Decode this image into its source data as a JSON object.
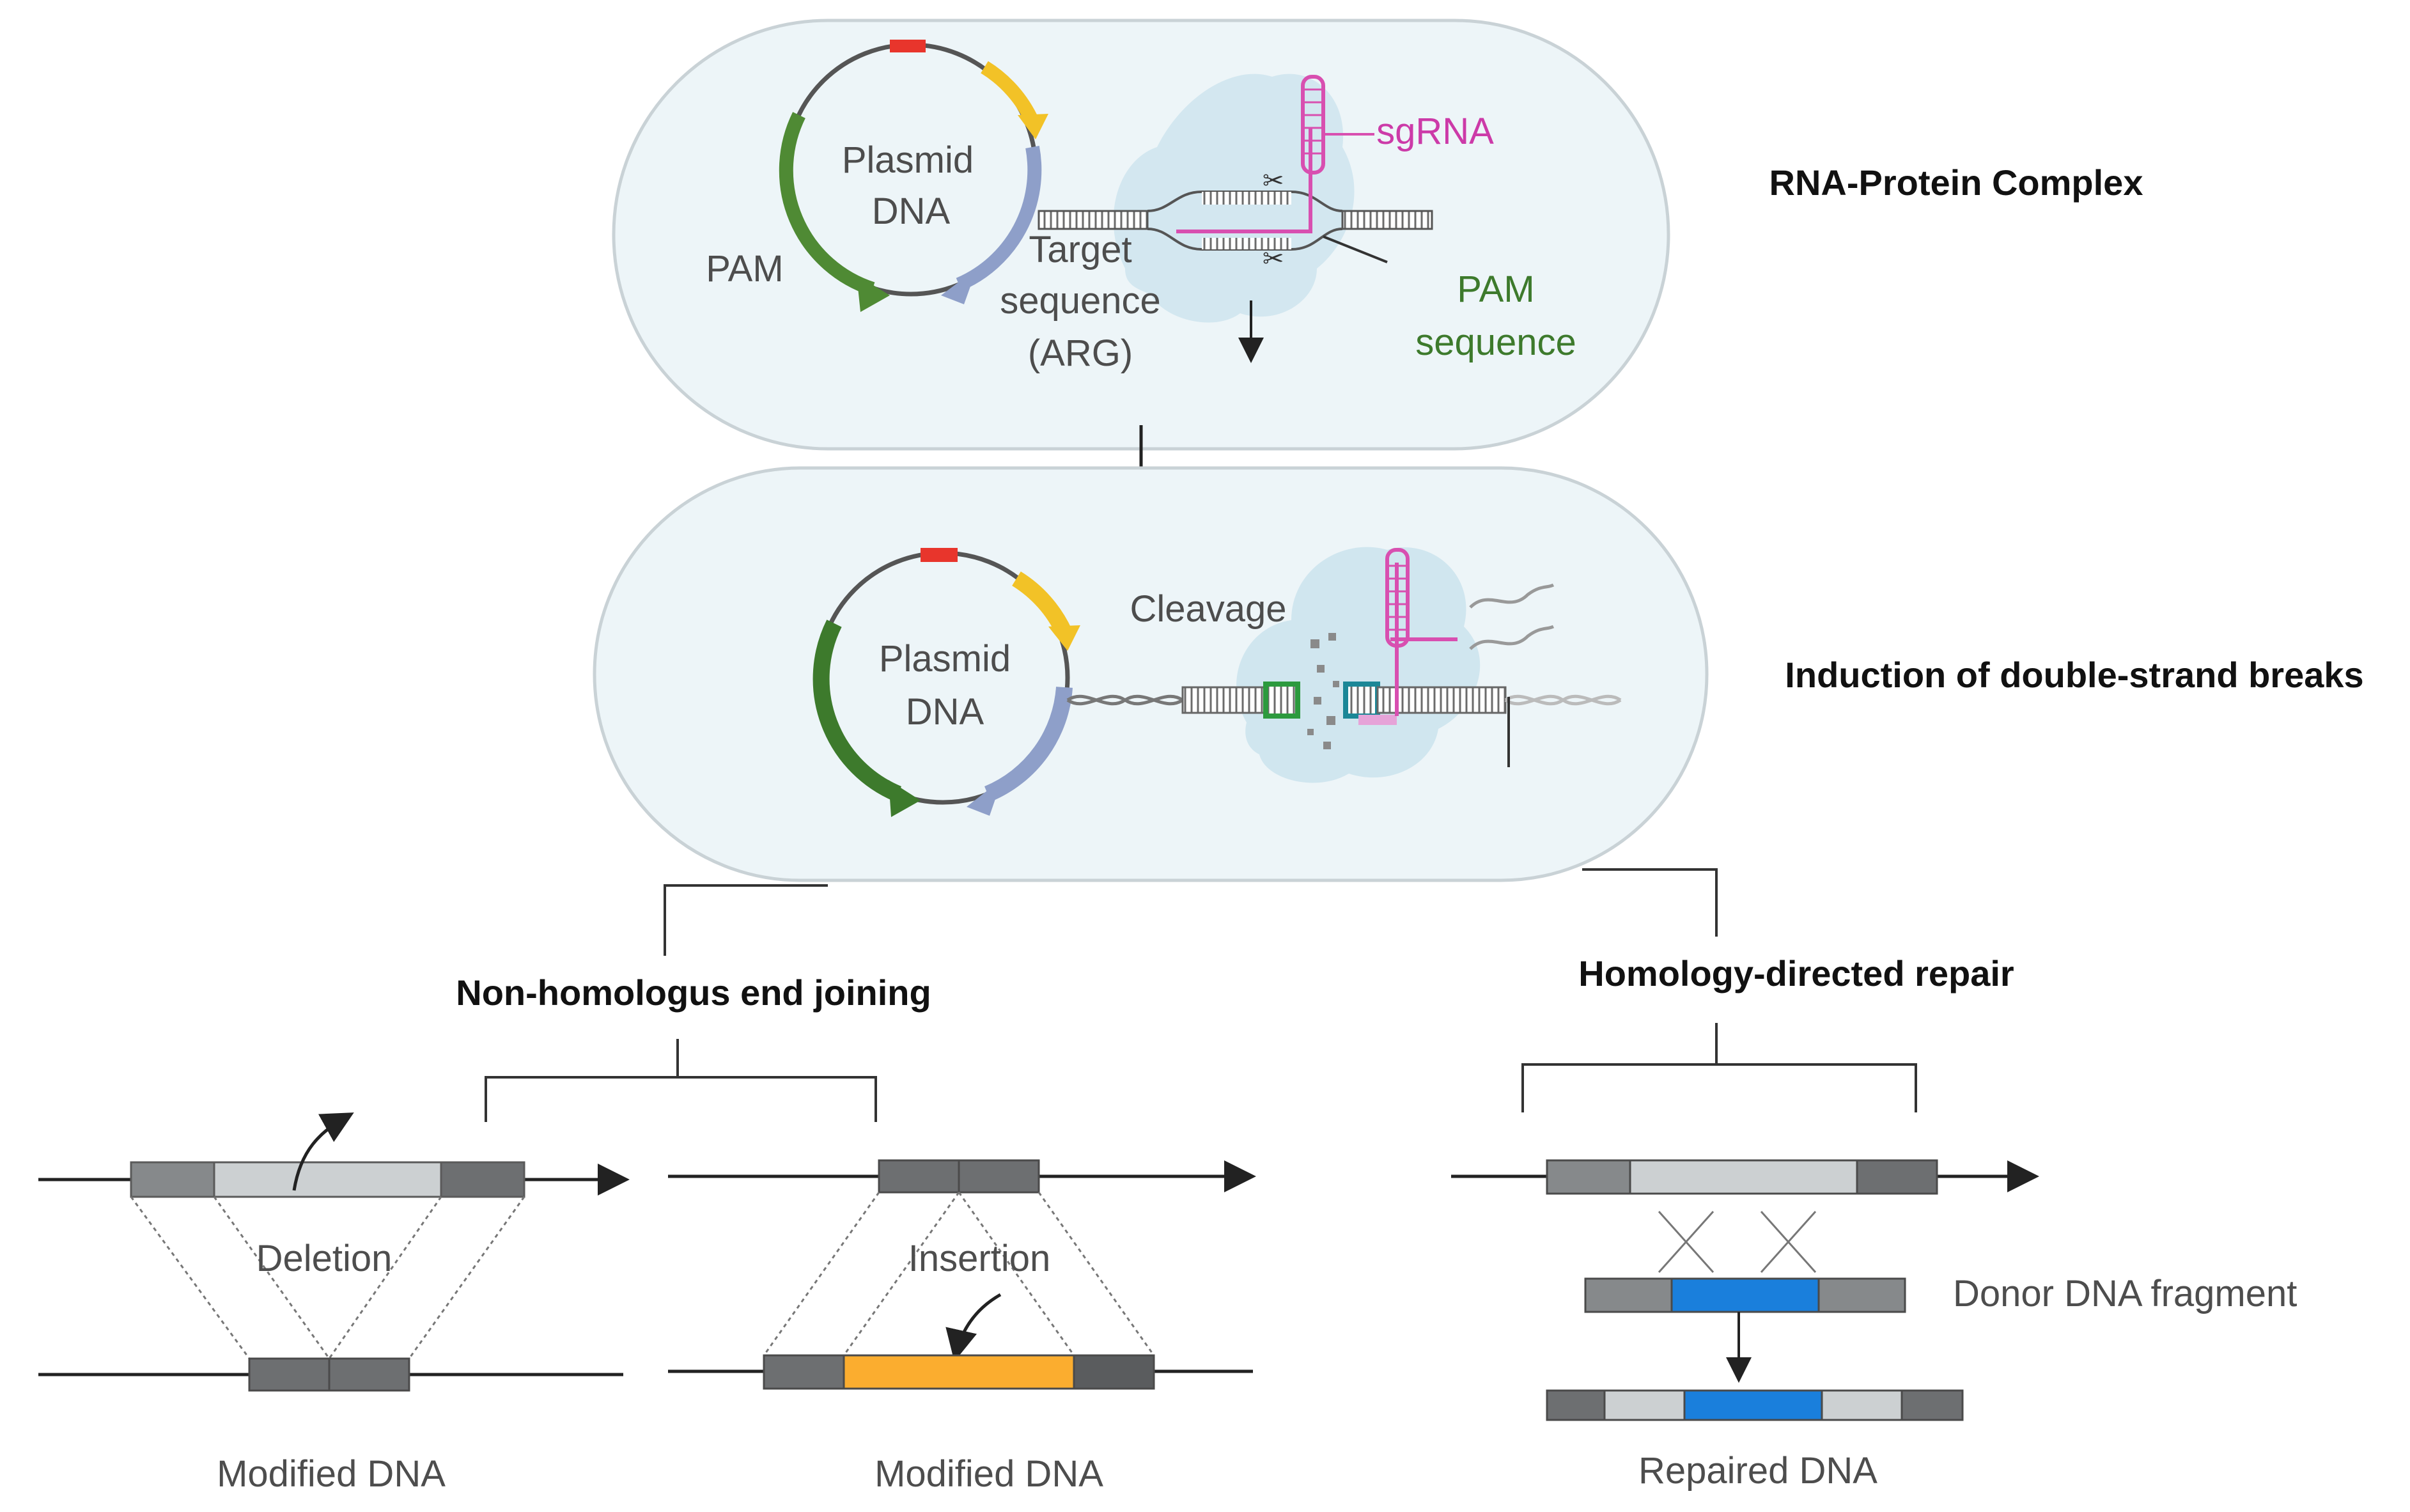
{
  "labels": {
    "plasmid_top_1": "Plasmid",
    "plasmid_top_2": "DNA",
    "pam_left": "PAM",
    "target_1": "Target",
    "target_2": "sequence",
    "target_3": "(ARG)",
    "sgrna": "sgRNA",
    "pam_seq_1": "PAM",
    "pam_seq_2": "sequence",
    "rna_protein_complex": "RNA-Protein Complex",
    "plasmid_mid_1": "Plasmid",
    "plasmid_mid_2": "DNA",
    "cleavage": "Cleavage",
    "induction": "Induction of double-strand breaks",
    "nhej": "Non-homologus end joining",
    "hdr": "Homology-directed repair",
    "deletion": "Deletion",
    "insertion": "Insertion",
    "modified_dna_1": "Modified DNA",
    "modified_dna_2": "Modified DNA",
    "donor": "Donor DNA fragment",
    "repaired": "Repaired DNA"
  },
  "colors": {
    "cell_fill": "#edf5f8",
    "cell_stroke": "#c9d2d6",
    "protein_blob": "#cfe5ee",
    "plasmid_ring": "#555555",
    "pam_green": "#4f8a34",
    "target_blue": "#8e9fc9",
    "gene_yellow": "#f2c227",
    "origin_red": "#e8352c",
    "sgrna_pink": "#d84fb0",
    "segment_dark": "#6d6f71",
    "segment_mid": "#86898b",
    "segment_light": "#ccd0d2",
    "insert_orange": "#fbad2f",
    "donor_blue": "#1a7fdc",
    "cut_green": "#2c9a3e",
    "cut_teal": "#1b8797"
  }
}
